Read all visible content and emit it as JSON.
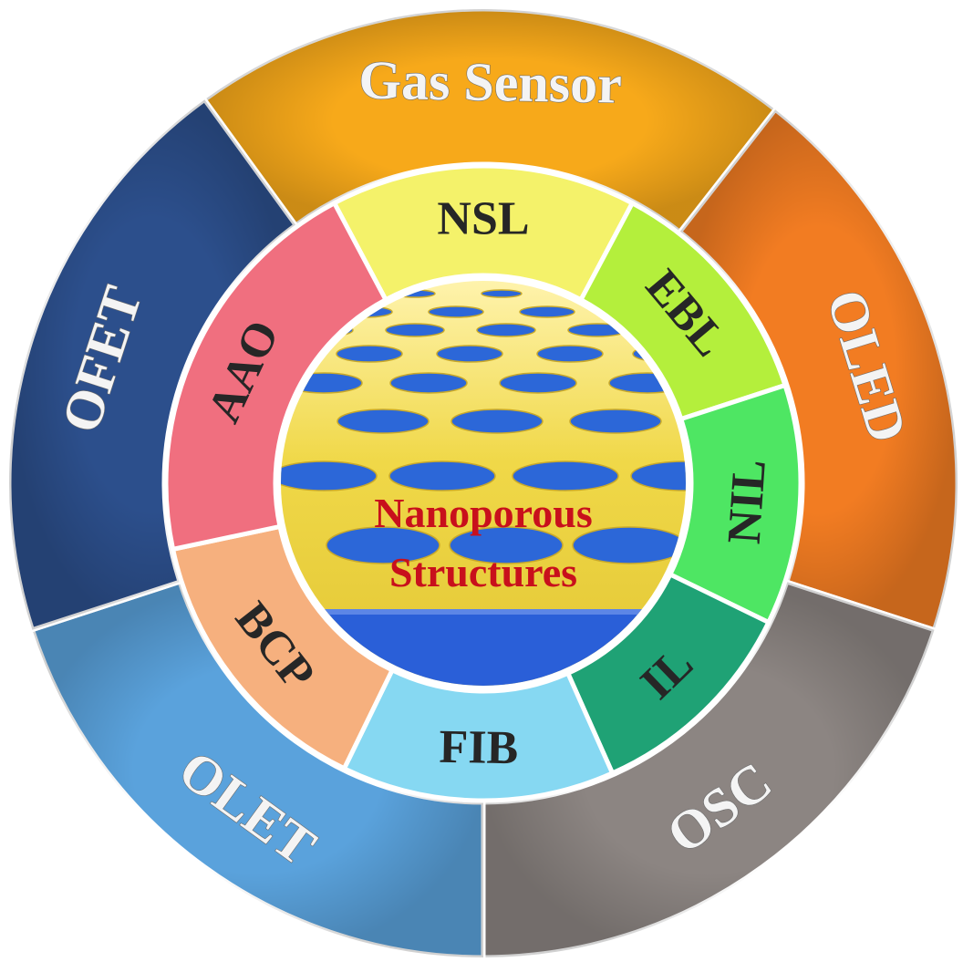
{
  "outer_ring": [
    {
      "label": "Gas Sensor",
      "color": "#f7a91a"
    },
    {
      "label": "OLED",
      "color": "#f27c22"
    },
    {
      "label": "OSC",
      "color": "#8c8582"
    },
    {
      "label": "OLET",
      "color": "#5aa2dc"
    },
    {
      "label": "OFET",
      "color": "#2c4f8c"
    }
  ],
  "inner_ring": [
    {
      "label": "NSL",
      "color": "#f4f26a"
    },
    {
      "label": "EBL",
      "color": "#b4ef3c"
    },
    {
      "label": "NIL",
      "color": "#4ee663"
    },
    {
      "label": "IL",
      "color": "#1fa275"
    },
    {
      "label": "FIB",
      "color": "#86d8f2"
    },
    {
      "label": "BCP",
      "color": "#f6b07e"
    },
    {
      "label": "AAO",
      "color": "#f06f7f"
    }
  ],
  "center": {
    "line1": "Nanoporous",
    "line2": "Structures",
    "surface_color": "#f0d848",
    "pore_color": "#2c67d8",
    "base_color": "#2a5fd8"
  }
}
